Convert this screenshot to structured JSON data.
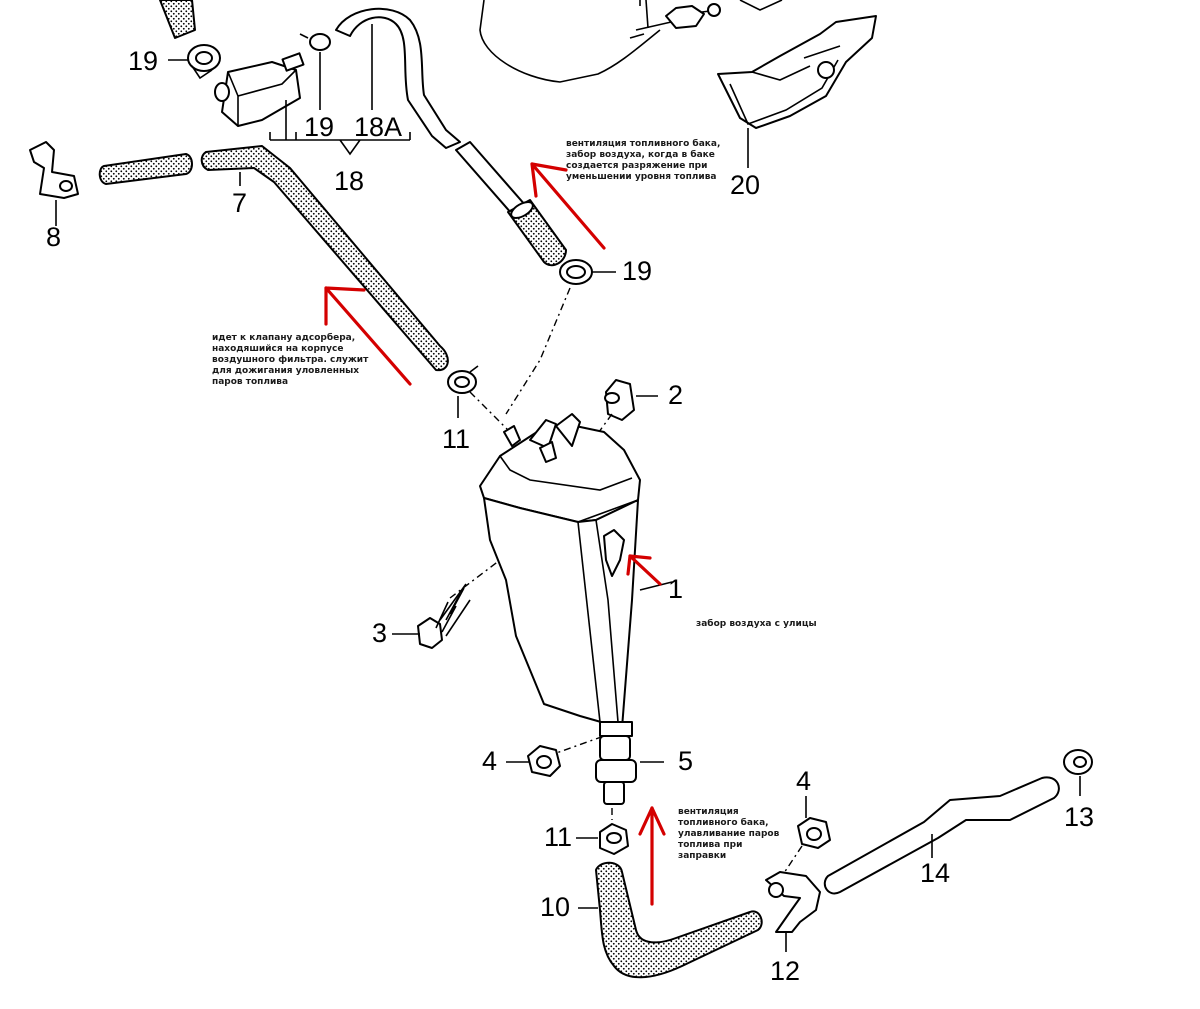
{
  "diagram": {
    "callouts": [
      {
        "key": "c19a",
        "text": "19"
      },
      {
        "key": "c19b",
        "text": "19"
      },
      {
        "key": "c18a",
        "text": "18A"
      },
      {
        "key": "c18",
        "text": "18"
      },
      {
        "key": "c8",
        "text": "8"
      },
      {
        "key": "c7",
        "text": "7"
      },
      {
        "key": "c20",
        "text": "20"
      },
      {
        "key": "c19c",
        "text": "19"
      },
      {
        "key": "c2",
        "text": "2"
      },
      {
        "key": "c11a",
        "text": "11"
      },
      {
        "key": "c1",
        "text": "1"
      },
      {
        "key": "c3",
        "text": "3"
      },
      {
        "key": "c4a",
        "text": "4"
      },
      {
        "key": "c5",
        "text": "5"
      },
      {
        "key": "c4b",
        "text": "4"
      },
      {
        "key": "c13",
        "text": "13"
      },
      {
        "key": "c11b",
        "text": "11"
      },
      {
        "key": "c14",
        "text": "14"
      },
      {
        "key": "c10",
        "text": "10"
      },
      {
        "key": "c12",
        "text": "12"
      }
    ],
    "annotations": {
      "tank_vent_intake": [
        "вентиляция топливного бака,",
        "забор воздуха, когда в баке",
        "создается разряжение при",
        "уменьшении уровня топлива"
      ],
      "to_adsorber_valve": [
        "идет к клапану адсорбера,",
        "находяшийся на корпусе",
        "воздушного фильтра. служит",
        "для дожигания уловленных",
        "паров топлива"
      ],
      "outside_air_intake": [
        "забор воздуха с улицы"
      ],
      "refuel_vapor_capture": [
        "вентиляция",
        "топливного бака,",
        "улавливание паров",
        "топлива при",
        "заправки"
      ]
    },
    "arrow_color": "#d40000"
  }
}
